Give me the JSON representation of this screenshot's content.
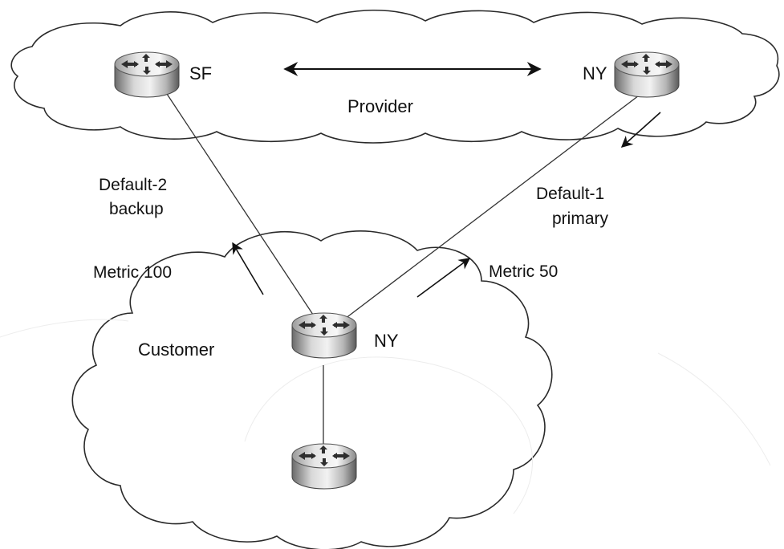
{
  "provider_cloud": {
    "label": "Provider",
    "router_sf_label": "SF",
    "router_ny_label": "NY"
  },
  "customer_cloud": {
    "label": "Customer",
    "router_ny_label": "NY"
  },
  "links": {
    "backup_line1": "Default-2",
    "backup_line2": "backup",
    "primary_line1": "Default-1",
    "primary_line2": "primary",
    "metric_backup": "Metric 100",
    "metric_primary": "Metric 50"
  },
  "colors": {
    "cloud_stroke": "#2a2a2a",
    "line": "#333333",
    "router_light": "#f4f4f4",
    "router_dark": "#6e6e6e",
    "router_icon": "#3a3a3a",
    "background": "#ffffff"
  }
}
